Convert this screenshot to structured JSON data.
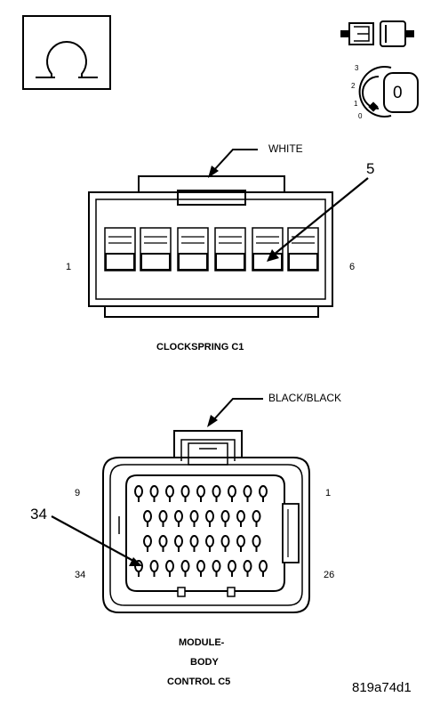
{
  "icons": {
    "ohm_meter": "ohm-symbol-icon",
    "disconnect": "connector-disconnect-icon",
    "ignition": "ignition-key-icon"
  },
  "ignition_positions": [
    "3",
    "2",
    "1",
    "0"
  ],
  "ignition_key_label": "0",
  "clockspring": {
    "color_label": "WHITE",
    "callout_pin": "5",
    "pin_left": "1",
    "pin_right": "6",
    "title": "CLOCKSPRING C1"
  },
  "body_control": {
    "color_label": "BLACK/BLACK",
    "callout_pin": "34",
    "pin_top_left": "9",
    "pin_top_right": "1",
    "pin_bottom_left": "34",
    "pin_bottom_right": "26",
    "title_line1": "MODULE-",
    "title_line2": "BODY",
    "title_line3": "CONTROL C5"
  },
  "figure_id": "819a74d1"
}
